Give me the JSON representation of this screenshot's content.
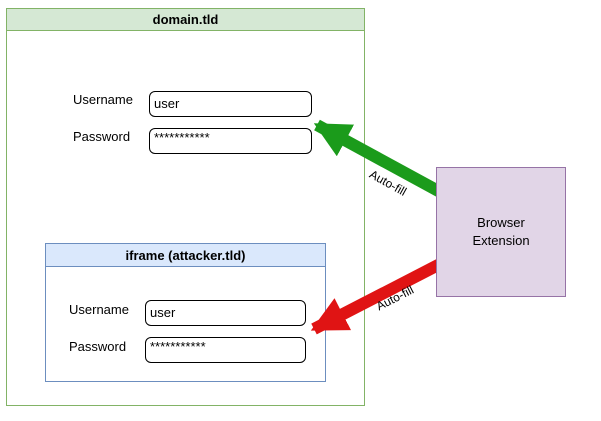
{
  "diagram": {
    "domain_frame": {
      "title": "domain.tld",
      "header_fill": "#d5e8d4",
      "border_color": "#82b366",
      "form": {
        "username_label": "Username",
        "username_value": "user",
        "password_label": "Password",
        "password_value": "***********"
      }
    },
    "iframe_frame": {
      "title": "iframe (attacker.tld)",
      "header_fill": "#dae8fc",
      "border_color": "#6c8ebf",
      "form": {
        "username_label": "Username",
        "username_value": "user",
        "password_label": "Password",
        "password_value": "***********"
      }
    },
    "extension_box": {
      "label": "Browser\nExtension",
      "fill": "#e1d5e7",
      "border_color": "#9673a6"
    },
    "arrows": {
      "legit": {
        "label": "Auto-fill",
        "color": "#1b9b1b"
      },
      "attack": {
        "label": "Auto-fill",
        "color": "#e01414"
      }
    }
  }
}
